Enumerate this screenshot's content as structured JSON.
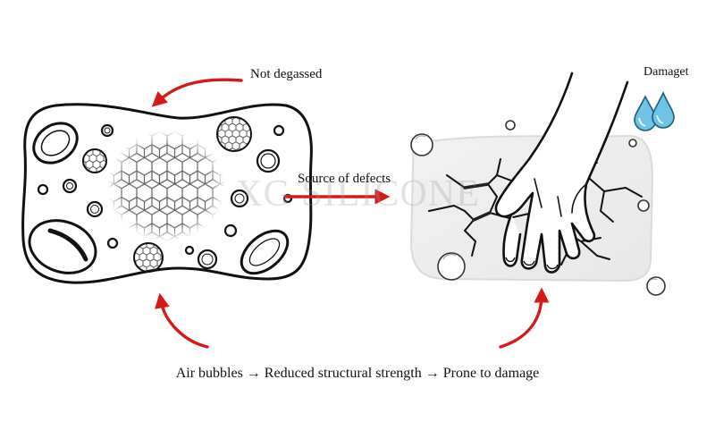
{
  "labels": {
    "not_degassed": "Not degassed",
    "damaget": "Damaget",
    "source_of_defects": "Source of defects",
    "caption": "Air bubbles → Reduced structural strength → Prone to damage"
  },
  "watermark": "XG SILICONE",
  "colors": {
    "arrow": "#d61a1a",
    "outline": "#111111",
    "water_drop": "#6ec3e6",
    "honeycomb": "#888888"
  },
  "icons": [
    "water-drop-icon",
    "hand-icon",
    "air-bubble-icon",
    "crack-icon",
    "honeycomb-icon"
  ]
}
